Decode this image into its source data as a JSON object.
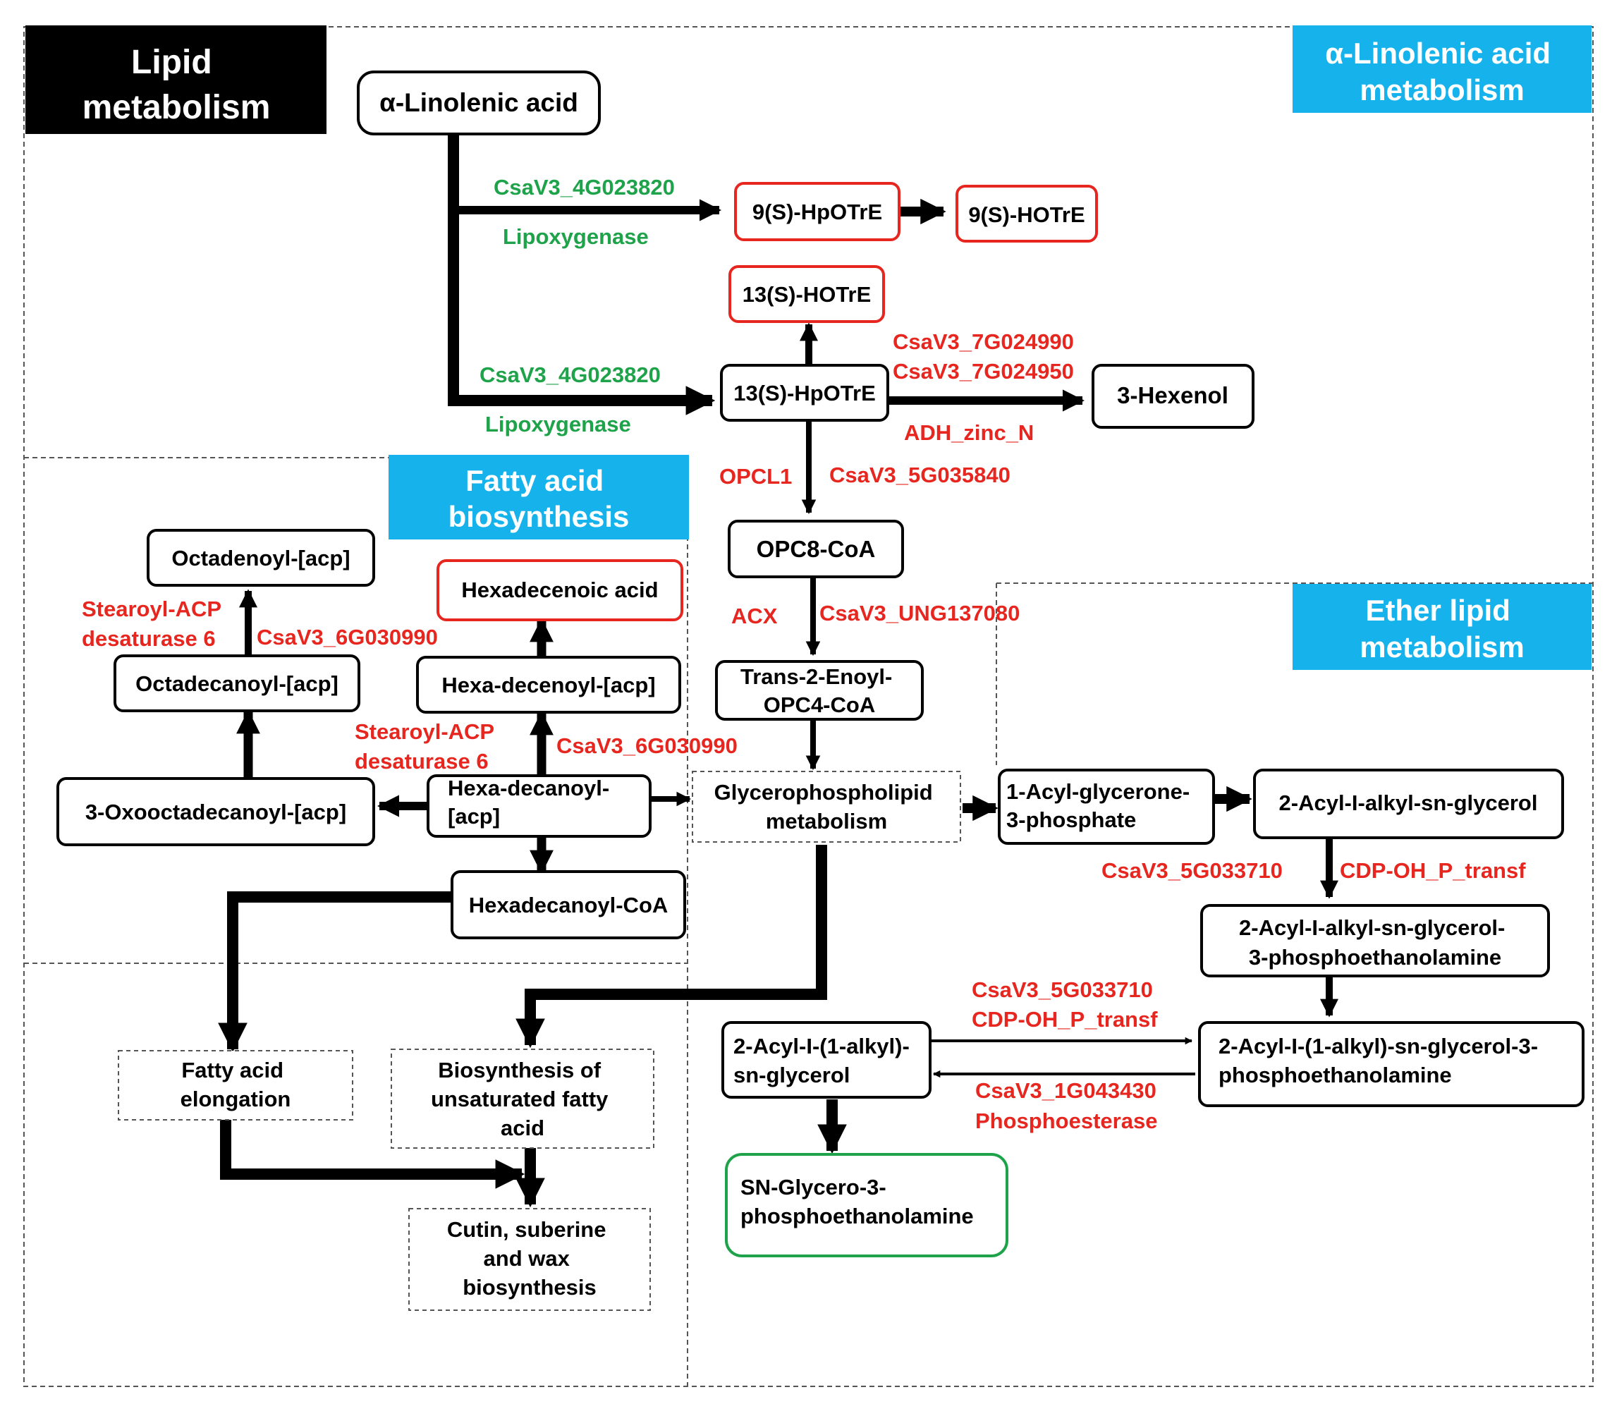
{
  "colors": {
    "black": "#000000",
    "red": "#e6261f",
    "green": "#1ea34a",
    "cyan": "#16b2ec",
    "dash": "#555555",
    "white": "#ffffff"
  },
  "section_headers": {
    "lipid_metabolism": [
      "Lipid",
      "metabolism"
    ],
    "alpha_linolenic": [
      "α-Linolenic acid",
      "metabolism"
    ],
    "fatty_acid_biosynthesis": [
      "Fatty acid",
      "biosynthesis"
    ],
    "ether_lipid": [
      "Ether lipid",
      "metabolism"
    ]
  },
  "nodes": {
    "alpha_linolenic_acid": [
      "α-Linolenic acid"
    ],
    "hpotre_9s": [
      "9(S)-HpOTrE"
    ],
    "hotre_9s": [
      "9(S)-HOTrE"
    ],
    "hotre_13s": [
      "13(S)-HOTrE"
    ],
    "hpotre_13s": [
      "13(S)-HpOTrE"
    ],
    "hexenol": [
      "3-Hexenol"
    ],
    "opc8_coa": [
      "OPC8-CoA"
    ],
    "trans_enoyl": [
      "Trans-2-Enoyl-",
      "OPC4-CoA"
    ],
    "octadenoyl": [
      "Octadenoyl-[acp]"
    ],
    "hexadecenoic_acid": [
      "Hexadecenoic acid"
    ],
    "octadecanoyl": [
      "Octadecanoyl-[acp]"
    ],
    "hexadecenoyl": [
      "Hexa-decenoyl-[acp]"
    ],
    "oxooctadecanoyl": [
      "3-Oxooctadecanoyl-[acp]"
    ],
    "hexadecanoyl_acp": [
      "Hexa-decanoyl-",
      "[acp]"
    ],
    "glycerophospholipid": [
      "Glycerophospholipid",
      "metabolism"
    ],
    "acyl_glycerone": [
      "1-Acyl-glycerone-",
      "3-phosphate"
    ],
    "acyl_alkyl_glycerol": [
      "2-Acyl-I-alkyl-sn-glycerol"
    ],
    "hexadecanoyl_coa": [
      "Hexadecanoyl-CoA"
    ],
    "acyl_alkyl_gpe": [
      "2-Acyl-I-alkyl-sn-glycerol-",
      "3-phosphoethanolamine"
    ],
    "fatty_acid_elongation": [
      "Fatty acid",
      "elongation"
    ],
    "unsaturated_biosynthesis": [
      "Biosynthesis of",
      "unsaturated fatty",
      "acid"
    ],
    "acyl_1alkyl_glycerol": [
      "2-Acyl-I-(1-alkyl)-",
      "sn-glycerol"
    ],
    "acyl_1alkyl_gpe": [
      "2-Acyl-I-(1-alkyl)-sn-glycerol-3-",
      "phosphoethanolamine"
    ],
    "sn_glycero": [
      "SN-Glycero-3-",
      "phosphoethanolamine"
    ],
    "cutin": [
      "Cutin, suberine",
      "and wax",
      "biosynthesis"
    ]
  },
  "enzyme_labels": {
    "gene_4g023820_top": "CsaV3_4G023820",
    "lipoxygenase_top": "Lipoxygenase",
    "gene_4g023820_bottom": "CsaV3_4G023820",
    "lipoxygenase_bottom": "Lipoxygenase",
    "gene_7g024990": "CsaV3_7G024990",
    "gene_7g024950": "CsaV3_7G024950",
    "adh_zinc": "ADH_zinc_N",
    "opcl1": "OPCL1",
    "gene_5g035840": "CsaV3_5G035840",
    "acx": "ACX",
    "gene_ung137080": "CsaV3_UNG137080",
    "stearoyl_left": [
      "Stearoyl-ACP",
      "desaturase 6"
    ],
    "gene_6g030990_left": "CsaV3_6G030990",
    "stearoyl_mid": [
      "Stearoyl-ACP",
      "desaturase 6"
    ],
    "gene_6g030990_mid": "CsaV3_6G030990",
    "gene_5g033710_right": "CsaV3_5G033710",
    "cdp_oh_right": "CDP-OH_P_transf",
    "gene_5g033710_bottom": "CsaV3_5G033710",
    "cdp_oh_bottom": "CDP-OH_P_transf",
    "gene_1g043430": "CsaV3_1G043430",
    "phosphoesterase": "Phosphoesterase"
  }
}
